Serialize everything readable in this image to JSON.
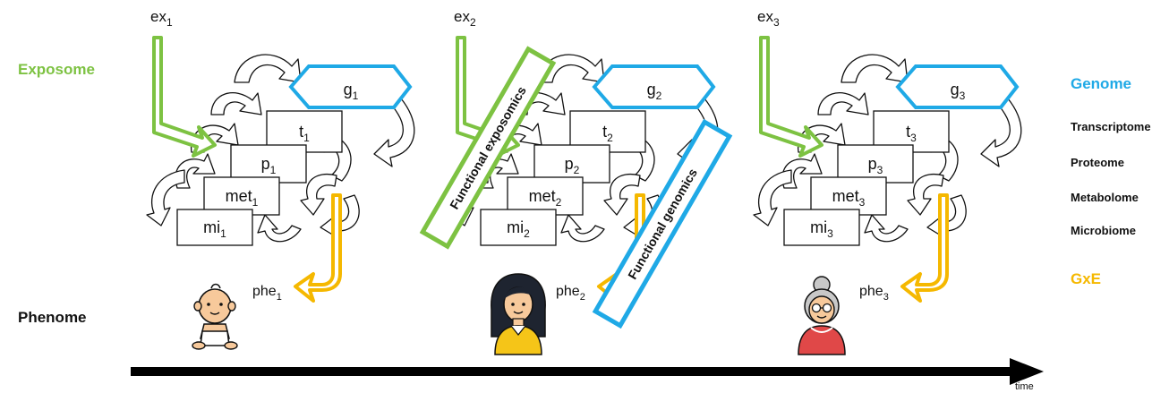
{
  "colors": {
    "exposome": "#7dc242",
    "genome": "#1fa9e6",
    "gxe": "#f5b800",
    "ink": "#111111",
    "arrow_fill": "#ffffff"
  },
  "left_labels": {
    "exposome": "Exposome",
    "phenome": "Phenome"
  },
  "right_labels": {
    "genome": "Genome",
    "transcriptome": "Transcriptome",
    "proteome": "Proteome",
    "metabolome": "Metabolome",
    "microbiome": "Microbiome",
    "gxe": "GxE"
  },
  "stages": [
    {
      "exposure": {
        "base": "ex",
        "sub": "1"
      },
      "genome": {
        "base": "g",
        "sub": "1"
      },
      "transcriptome": {
        "base": "t",
        "sub": "1"
      },
      "proteome": {
        "base": "p",
        "sub": "1"
      },
      "metabolome": {
        "base": "met",
        "sub": "1"
      },
      "microbiome": {
        "base": "mi",
        "sub": "1"
      },
      "phenotype": {
        "base": "phe",
        "sub": "1"
      },
      "person_icon": "baby-icon"
    },
    {
      "exposure": {
        "base": "ex",
        "sub": "2"
      },
      "genome": {
        "base": "g",
        "sub": "2"
      },
      "transcriptome": {
        "base": "t",
        "sub": "2"
      },
      "proteome": {
        "base": "p",
        "sub": "2"
      },
      "metabolome": {
        "base": "met",
        "sub": "2"
      },
      "microbiome": {
        "base": "mi",
        "sub": "2"
      },
      "phenotype": {
        "base": "phe",
        "sub": "2"
      },
      "person_icon": "woman-icon"
    },
    {
      "exposure": {
        "base": "ex",
        "sub": "3"
      },
      "genome": {
        "base": "g",
        "sub": "3"
      },
      "transcriptome": {
        "base": "t",
        "sub": "3"
      },
      "proteome": {
        "base": "p",
        "sub": "3"
      },
      "metabolome": {
        "base": "met",
        "sub": "3"
      },
      "microbiome": {
        "base": "mi",
        "sub": "3"
      },
      "phenotype": {
        "base": "phe",
        "sub": "3"
      },
      "person_icon": "elderly-woman-icon"
    }
  ],
  "banners": {
    "functional_exposomics": "Functional exposomics",
    "functional_genomics": "Functional genomics"
  },
  "timeline": {
    "label": "time"
  }
}
